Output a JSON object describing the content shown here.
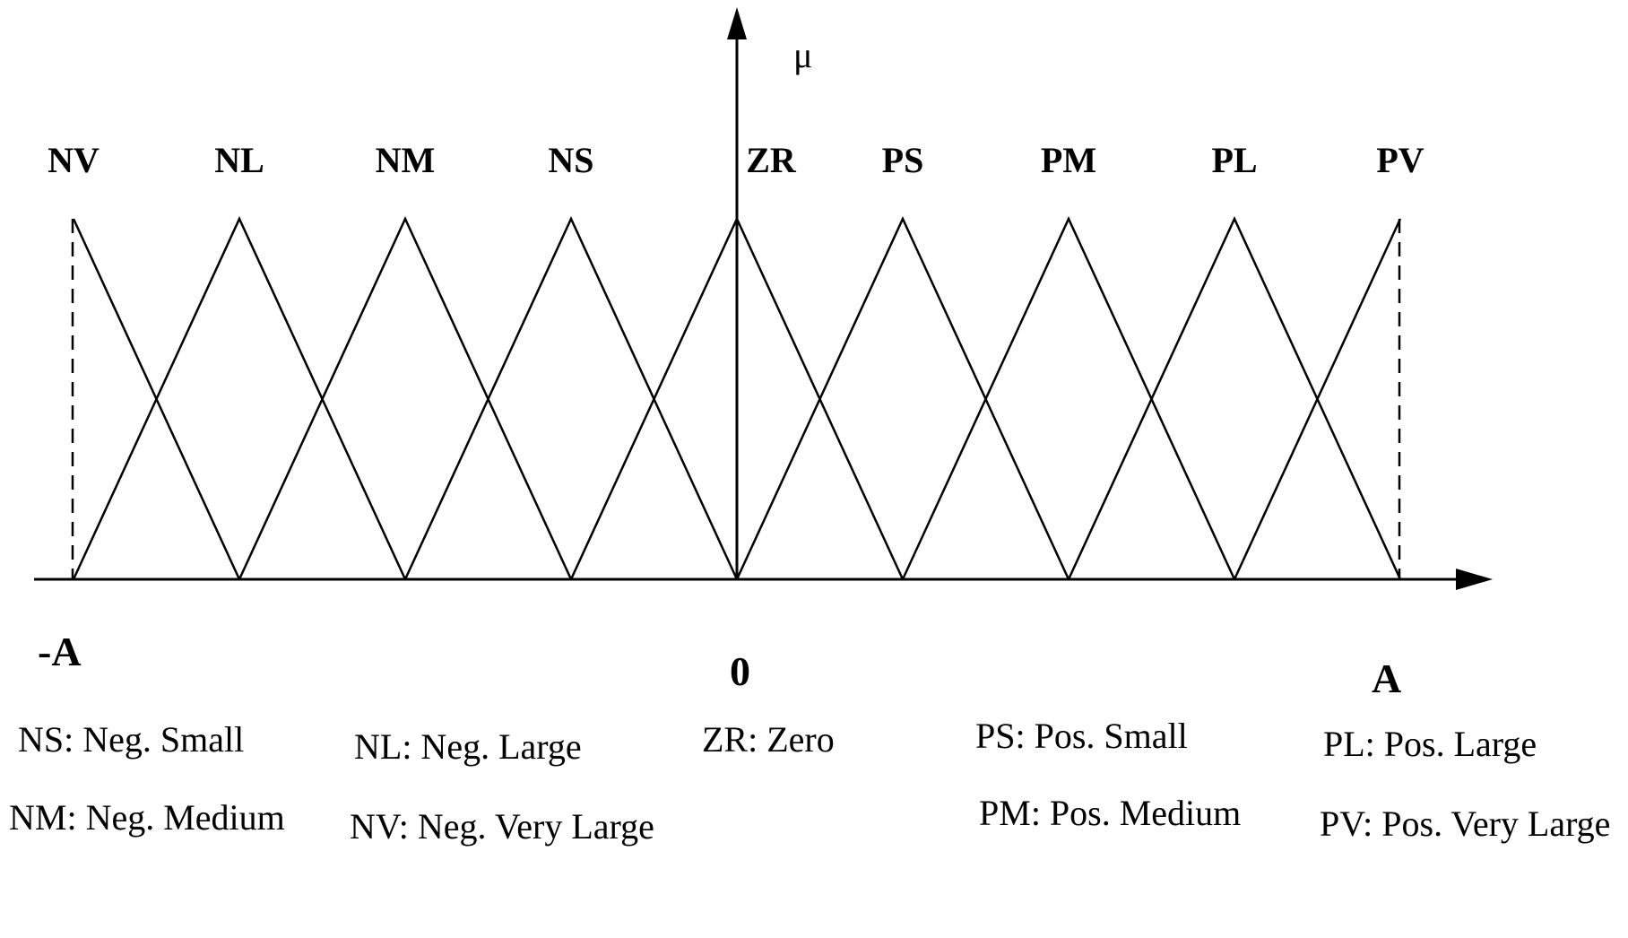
{
  "axis": {
    "y_label": "μ",
    "x_min_label": "-A",
    "x_zero_label": "0",
    "x_max_label": "A"
  },
  "sets": [
    {
      "label": "NV",
      "center": -4
    },
    {
      "label": "NL",
      "center": -3
    },
    {
      "label": "NM",
      "center": -2
    },
    {
      "label": "NS",
      "center": -1
    },
    {
      "label": "ZR",
      "center": 0
    },
    {
      "label": "PS",
      "center": 1
    },
    {
      "label": "PM",
      "center": 2
    },
    {
      "label": "PL",
      "center": 3
    },
    {
      "label": "PV",
      "center": 4
    }
  ],
  "legend": {
    "ns": "NS: Neg. Small",
    "nm": "NM: Neg. Medium",
    "nl": "NL: Neg. Large",
    "nv": "NV: Neg. Very Large",
    "zr": "ZR: Zero",
    "ps": "PS: Pos. Small",
    "pm": "PM: Pos. Medium",
    "pl": "PL: Pos. Large",
    "pv": "PV: Pos. Very Large"
  }
}
